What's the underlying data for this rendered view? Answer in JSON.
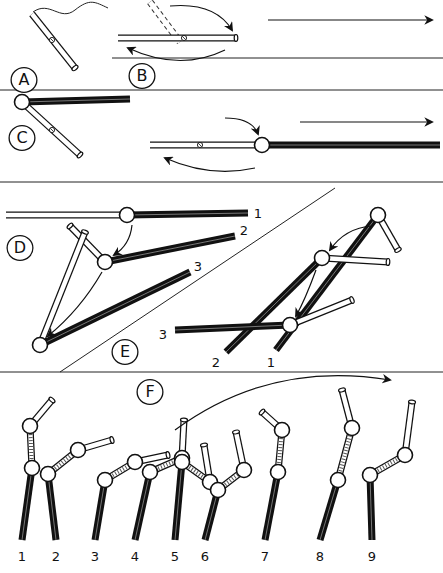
{
  "diagram": {
    "nodes": [
      {
        "text": [
          "A"
        ]
      },
      {
        "text": [
          "B"
        ]
      },
      {
        "text": [
          "C"
        ]
      },
      {
        "text": [
          "D"
        ]
      },
      {
        "text": [
          "E"
        ]
      },
      {
        "text": [
          "F"
        ]
      }
    ],
    "labels": [
      "1",
      "2",
      "3",
      "3",
      "2",
      "1",
      "1",
      "2",
      "3",
      "4",
      "5",
      "6",
      "7",
      "8",
      "9"
    ]
  }
}
